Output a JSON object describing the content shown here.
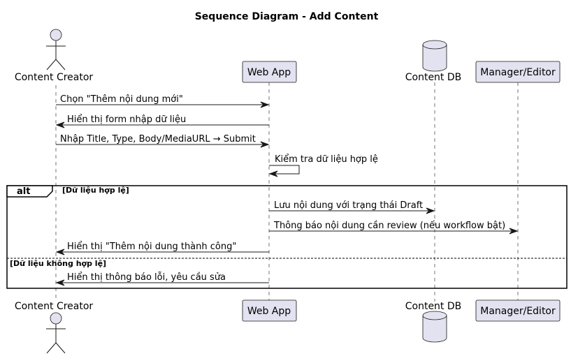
{
  "diagram": {
    "title": "Sequence Diagram - Add Content",
    "participants": {
      "creator": "Content Creator",
      "webapp": "Web App",
      "db": "Content DB",
      "manager": "Manager/Editor"
    },
    "messages": [
      "Chọn \"Thêm nội dung mới\"",
      "Hiển thị form nhập dữ liệu",
      "Nhập Title, Type, Body/MediaURL → Submit",
      "Kiểm tra dữ liệu hợp lệ",
      "Lưu nội dung với trạng thái Draft",
      "Thông báo nội dung cần review (nếu workflow bật)",
      "Hiển thị \"Thêm nội dung thành công\"",
      "Hiển thị thông báo lỗi, yêu cầu sửa"
    ],
    "alt": {
      "keyword": "alt",
      "condition1": "[Dữ liệu hợp lệ]",
      "condition2": "[Dữ liệu không hợp lệ]"
    },
    "colors": {
      "participant_fill": "#E2E2F0",
      "stroke": "#181818"
    }
  }
}
